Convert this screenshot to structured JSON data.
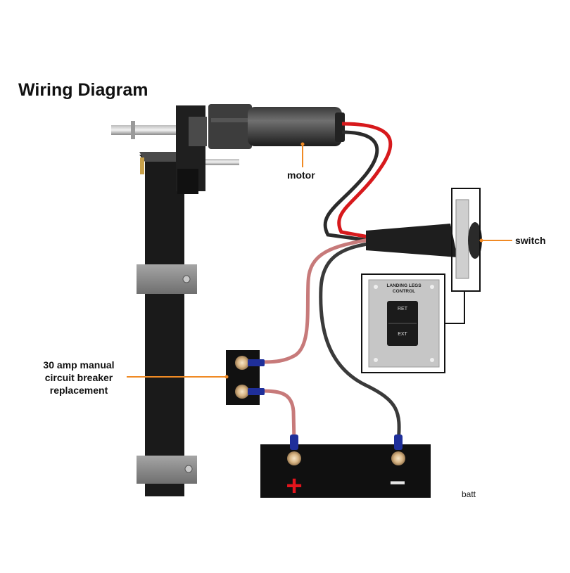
{
  "title": "Wiring Diagram",
  "labels": {
    "motor": "motor",
    "switch": "switch",
    "breaker_line1": "30 amp manual",
    "breaker_line2": "circuit breaker",
    "breaker_line3": "replacement"
  },
  "control_panel": {
    "title_line1": "LANDING LEGS",
    "title_line2": "CONTROL",
    "rocker_top": "RET",
    "rocker_bottom": "EXT"
  },
  "battery": {
    "positive_symbol": "+",
    "negative_symbol": "−",
    "label_partial": "batt"
  },
  "colors": {
    "callout_line": "#f08a24",
    "positive_wire": "#d7191c",
    "negative_wire": "#2b2b2b",
    "leg_body": "#1a1a1a",
    "clamp": "#8d8d8d"
  }
}
